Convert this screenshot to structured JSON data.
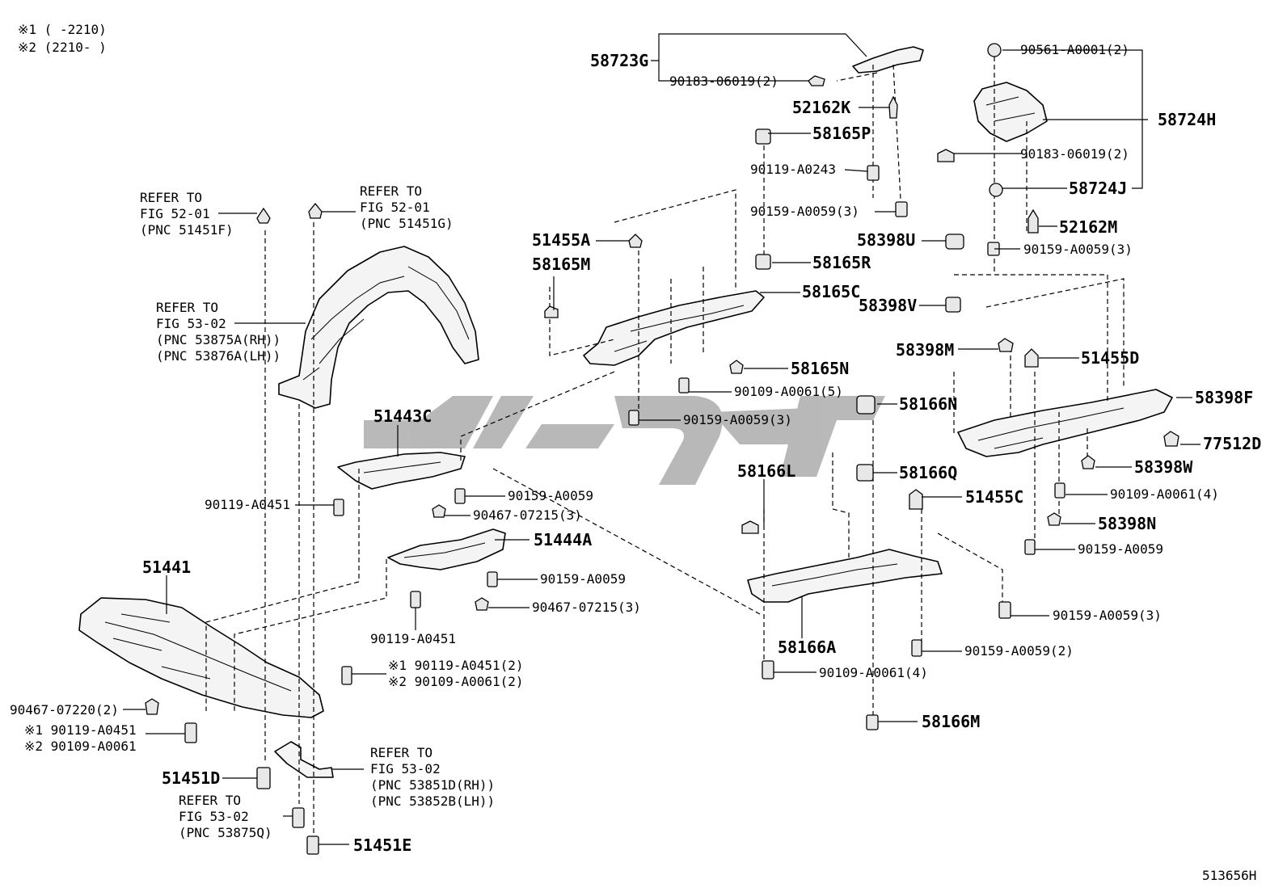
{
  "header": {
    "note1": "※1 (      -2210)",
    "note2": "※2 (2210-      )"
  },
  "footer": {
    "figure_id": "513656H"
  },
  "colors": {
    "line": "#000000",
    "part_fill": "#f4f4f4",
    "watermark": "#b5b5b5"
  },
  "watermark": {
    "text": "تیبوت",
    "kind": "logo"
  },
  "labels": {
    "p58723G": "58723G",
    "p90183_06019_2_a": "90183-06019(2)",
    "p52162K": "52162K",
    "p58165P": "58165P",
    "p90119_A0243": "90119-A0243",
    "p90159_A0059_3_a": "90159-A0059(3)",
    "p90561_A0001_2": "90561-A0001(2)",
    "p58724H": "58724H",
    "p90183_06019_2_b": "90183-06019(2)",
    "p58724J": "58724J",
    "p52162M": "52162M",
    "p58398U": "58398U",
    "p90159_A0059_3_b": "90159-A0059(3)",
    "p58165R": "58165R",
    "p51455A": "51455A",
    "p58165M": "58165M",
    "p58165C": "58165C",
    "p58398V": "58398V",
    "p58398M": "58398M",
    "p51455D": "51455D",
    "p58165N": "58165N",
    "p90109_A0061_5": "90109-A0061(5)",
    "p58398F": "58398F",
    "p58166N": "58166N",
    "p90159_A0059_3_c": "90159-A0059(3)",
    "p51443C": "51443C",
    "p77512D": "77512D",
    "p58398W": "58398W",
    "p58166L": "58166L",
    "p58166Q": "58166Q",
    "p90109_A0061_4_a": "90109-A0061(4)",
    "p90119_A0451_a": "90119-A0451",
    "p90159_A0059_a": "90159-A0059",
    "p51455C": "51455C",
    "p90467_07215_3_a": "90467-07215(3)",
    "p58398N": "58398N",
    "p51444A": "51444A",
    "p90159_A0059_b": "90159-A0059",
    "p51441": "51441",
    "p90159_A0059_c": "90159-A0059",
    "p90467_07215_3_b": "90467-07215(3)",
    "p90119_A0451_b": "90119-A0451",
    "p90159_A0059_3_d": "90159-A0059(3)",
    "p58166A": "58166A",
    "p90159_A0059_2": "90159-A0059(2)",
    "p90119_A0451_2": "※1 90119-A0451(2)",
    "p90109_A0061_2": "※2 90109-A0061(2)",
    "p90109_A0061_4_b": "90109-A0061(4)",
    "p90467_07220_2": "90467-07220(2)",
    "p90119_A0451_c": "※1 90119-A0451",
    "p90109_A0061_c": "※2 90109-A0061",
    "p58166M": "58166M",
    "p51451D": "51451D",
    "p51451E": "51451E"
  },
  "refs": {
    "ref1": [
      "REFER TO",
      "FIG 52-01",
      "(PNC 51451F)"
    ],
    "ref2": [
      "REFER TO",
      "FIG 52-01",
      "(PNC 51451G)"
    ],
    "ref3": [
      "REFER TO",
      "FIG 53-02",
      "(PNC 53875A(RH))",
      "(PNC 53876A(LH))"
    ],
    "ref4": [
      "REFER TO",
      "FIG 53-02",
      "(PNC 53851D(RH))",
      "(PNC 53852B(LH))"
    ],
    "ref5": [
      "REFER TO",
      "FIG 53-02",
      "(PNC 53875Q)"
    ]
  }
}
